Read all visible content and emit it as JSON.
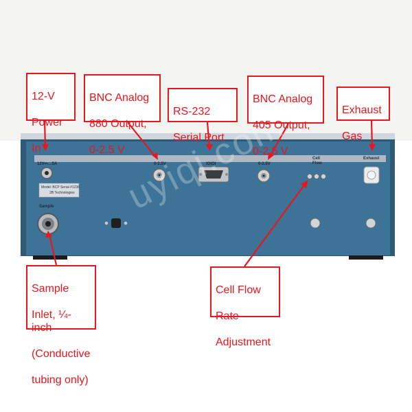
{
  "callouts": {
    "power": [
      "12-V",
      "Power",
      "In"
    ],
    "bnc880": [
      "BNC Analog",
      "880 Output,",
      "0-2.5 V"
    ],
    "rs232": [
      "RS-232",
      "Serial Port"
    ],
    "bnc405": [
      "BNC Analog",
      "405 Output,",
      "0-2.5 V"
    ],
    "exhaust": [
      "Exhaust",
      "Gas"
    ],
    "sample": [
      "Sample",
      "Inlet, ¼-inch",
      "(Conductive",
      "tubing only)"
    ],
    "cellflow": [
      "Cell Flow",
      "Rate",
      "Adjustment"
    ]
  },
  "panel_labels": {
    "power": "12V⎓…5A",
    "bnc880": "0-2.5V",
    "rs232": "IOIOI",
    "bnc405": "0-2.5V",
    "cellflow_top": "Cell",
    "cellflow_bottom": "Flow",
    "exhaust": "Exhaust",
    "sample": "Sample",
    "model_plate_1": "Model: BCP   Serial #1236",
    "model_plate_2": "2B Technologies"
  },
  "watermark": "uyiqi.com",
  "colors": {
    "callout": "#e8161d",
    "panel": "#3b7194",
    "panel_dark": "#2f5d7c",
    "strip": "#a9b7c2"
  }
}
